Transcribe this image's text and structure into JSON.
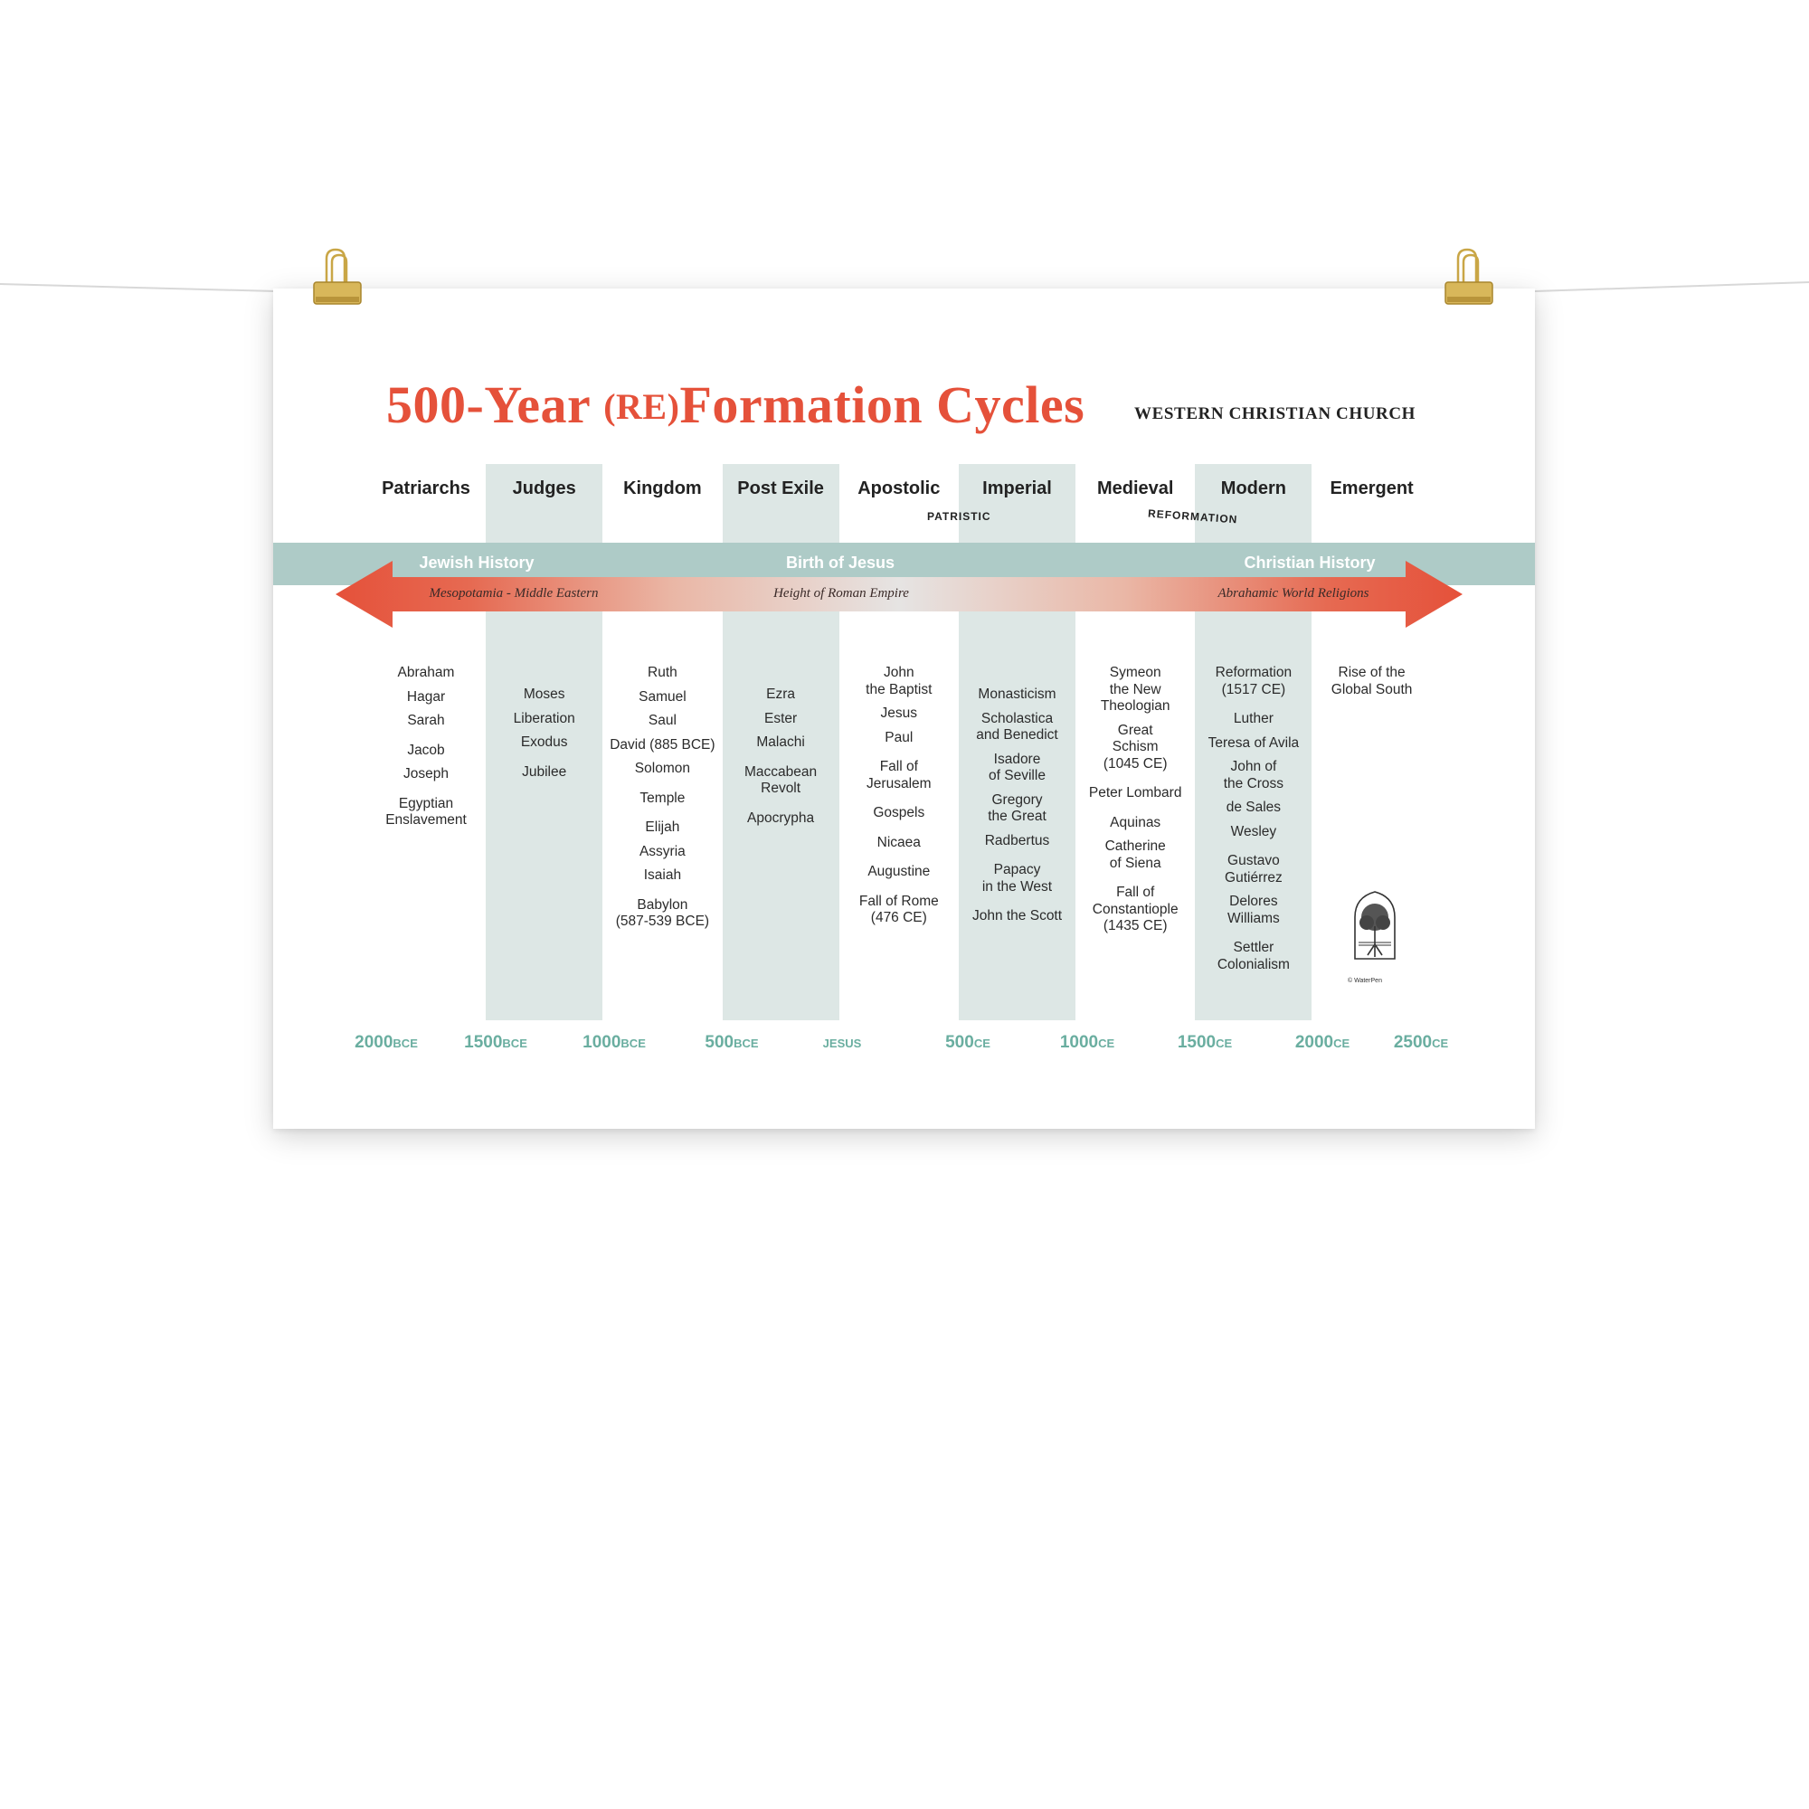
{
  "title": {
    "main_a": "500-Year ",
    "re": "(RE)",
    "main_b": "Formation Cycles",
    "subtitle": "WESTERN CHRISTIAN CHURCH"
  },
  "colors": {
    "accent": "#e5513a",
    "band": "#aecbc7",
    "shade": "#dde7e5",
    "axis": "#6aaea0"
  },
  "eras": {
    "patristic": "PATRISTIC",
    "reformation": "REFORMATION"
  },
  "band": {
    "left": "Jewish History",
    "center": "Birth of Jesus",
    "right": "Christian History"
  },
  "arrow": {
    "left": "Mesopotamia - Middle Eastern",
    "center": "Height of Roman Empire",
    "right": "Abrahamic World Religions"
  },
  "columns": [
    {
      "name": "Patriarchs",
      "shaded": false,
      "offset": false,
      "groups": [
        [
          "Abraham",
          "Hagar",
          "Sarah"
        ],
        [
          "Jacob",
          "Joseph"
        ],
        [
          "Egyptian\nEnslavement"
        ]
      ]
    },
    {
      "name": "Judges",
      "shaded": true,
      "offset": true,
      "groups": [
        [
          "Moses",
          "Liberation",
          "Exodus"
        ],
        [
          "Jubilee"
        ]
      ]
    },
    {
      "name": "Kingdom",
      "shaded": false,
      "offset": false,
      "groups": [
        [
          "Ruth",
          "Samuel",
          "Saul",
          "David (885 BCE)",
          "Solomon"
        ],
        [
          "Temple"
        ],
        [
          "Elijah",
          "Assyria",
          "Isaiah"
        ],
        [
          "Babylon\n(587-539 BCE)"
        ]
      ]
    },
    {
      "name": "Post Exile",
      "shaded": true,
      "offset": true,
      "groups": [
        [
          "Ezra",
          "Ester",
          "Malachi"
        ],
        [
          "Maccabean\nRevolt"
        ],
        [
          "Apocrypha"
        ]
      ]
    },
    {
      "name": "Apostolic",
      "shaded": false,
      "offset": false,
      "groups": [
        [
          "John\nthe Baptist",
          "Jesus",
          "Paul"
        ],
        [
          "Fall of\nJerusalem"
        ],
        [
          "Gospels"
        ],
        [
          "Nicaea"
        ],
        [
          "Augustine"
        ],
        [
          "Fall of Rome\n(476 CE)"
        ]
      ]
    },
    {
      "name": "Imperial",
      "shaded": true,
      "offset": true,
      "groups": [
        [
          "Monasticism",
          "Scholastica\nand Benedict",
          "Isadore\nof Seville",
          "Gregory\nthe Great",
          "Radbertus"
        ],
        [
          "Papacy\nin the West"
        ],
        [
          "John the Scott"
        ]
      ]
    },
    {
      "name": "Medieval",
      "shaded": false,
      "offset": false,
      "groups": [
        [
          "Symeon\nthe New\nTheologian",
          "Great\nSchism\n(1045 CE)"
        ],
        [
          "Peter Lombard"
        ],
        [
          "Aquinas",
          "Catherine\nof Siena"
        ],
        [
          "Fall of\nConstantiople\n(1435 CE)"
        ]
      ]
    },
    {
      "name": "Modern",
      "shaded": true,
      "offset": false,
      "groups": [
        [
          "Reformation\n(1517 CE)"
        ],
        [
          "Luther",
          "Teresa of Avila",
          "John of\nthe Cross",
          "de Sales",
          "Wesley"
        ],
        [
          "Gustavo\nGutiérrez",
          "Delores\nWilliams"
        ],
        [
          "Settler\nColonialism"
        ]
      ]
    },
    {
      "name": "Emergent",
      "shaded": false,
      "offset": false,
      "groups": [
        [
          "Rise of the\nGlobal South"
        ]
      ]
    }
  ],
  "axis": [
    {
      "num": "2000",
      "era": "BCE"
    },
    {
      "num": "1500",
      "era": "BCE"
    },
    {
      "num": "1000",
      "era": "BCE"
    },
    {
      "num": "500",
      "era": "BCE"
    },
    {
      "num": "",
      "era": "JESUS"
    },
    {
      "num": "500",
      "era": "CE"
    },
    {
      "num": "1000",
      "era": "CE"
    },
    {
      "num": "1500",
      "era": "CE"
    },
    {
      "num": "2000",
      "era": "CE"
    },
    {
      "num": "2500",
      "era": "CE"
    }
  ],
  "logo": {
    "caption": "© WaterPen"
  }
}
